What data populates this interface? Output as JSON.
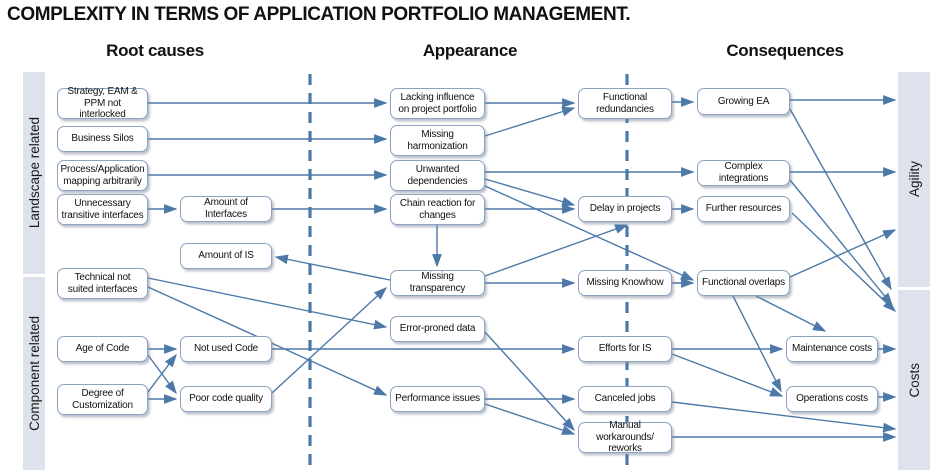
{
  "title": "COMPLEXITY IN TERMS OF APPLICATION PORTFOLIO MANAGEMENT.",
  "headers": {
    "root_causes": "Root causes",
    "appearance": "Appearance",
    "consequences": "Consequences"
  },
  "side_groups": {
    "landscape": "Landscape related",
    "component": "Component related",
    "agility": "Agility",
    "costs": "Costs"
  },
  "colors": {
    "arrow": "#4d79a8",
    "node_border": "#8ba3c0",
    "sidebar_fill": "#dde2ec"
  },
  "nodes": {
    "strategy": "Strategy, EAM & PPM not interlocked",
    "silos": "Business Silos",
    "mapping": "Process/Application mapping arbitrarily",
    "transitive": "Unnecessary transitive interfaces",
    "amount_interfaces": "Amount of Interfaces",
    "amount_is": "Amount of IS",
    "technical": "Technical not suited interfaces",
    "age": "Age of Code",
    "custom": "Degree of Customization",
    "notused": "Not used Code",
    "poorcode": "Poor code quality",
    "lacking": "Lacking influence on project portfolio",
    "harmonization": "Missing harmonization",
    "unwanted": "Unwanted dependencies",
    "chain": "Chain reaction for changes",
    "transparency": "Missing transparency",
    "errorproned": "Error-proned data",
    "performance": "Performance issues",
    "redundancies": "Functional redundancies",
    "delay": "Delay in projects",
    "knowhow": "Missing Knowhow",
    "efforts": "Efforts for IS",
    "canceled": "Canceled jobs",
    "manual": "Manual workarounds/ reworks",
    "growing": "Growing EA",
    "complex": "Complex integrations",
    "further": "Further resources",
    "overlaps": "Functional overlaps",
    "maintenance": "Maintenance costs",
    "operations": "Operations costs"
  },
  "edges": [
    {
      "from": "strategy",
      "to": "lacking"
    },
    {
      "from": "silos",
      "to": "harmonization"
    },
    {
      "from": "mapping",
      "to": "unwanted"
    },
    {
      "from": "transitive",
      "to": "amount_interfaces"
    },
    {
      "from": "amount_interfaces",
      "to": "chain"
    },
    {
      "from": "transparency",
      "to": "amount_is"
    },
    {
      "from": "technical",
      "to": "errorproned"
    },
    {
      "from": "technical",
      "to": "performance"
    },
    {
      "from": "age",
      "to": "notused"
    },
    {
      "from": "age",
      "to": "poorcode"
    },
    {
      "from": "custom",
      "to": "notused"
    },
    {
      "from": "custom",
      "to": "poorcode"
    },
    {
      "from": "notused",
      "to": "efforts"
    },
    {
      "from": "poorcode",
      "to": "transparency"
    },
    {
      "from": "lacking",
      "to": "redundancies"
    },
    {
      "from": "harmonization",
      "to": "redundancies"
    },
    {
      "from": "unwanted",
      "to": "complex"
    },
    {
      "from": "unwanted",
      "to": "delay"
    },
    {
      "from": "unwanted",
      "to": "overlaps"
    },
    {
      "from": "chain",
      "to": "delay"
    },
    {
      "from": "chain",
      "to": "transparency"
    },
    {
      "from": "transparency",
      "to": "delay"
    },
    {
      "from": "transparency",
      "to": "knowhow"
    },
    {
      "from": "errorproned",
      "to": "manual"
    },
    {
      "from": "performance",
      "to": "canceled"
    },
    {
      "from": "performance",
      "to": "manual"
    },
    {
      "from": "redundancies",
      "to": "growing"
    },
    {
      "from": "delay",
      "to": "further"
    },
    {
      "from": "knowhow",
      "to": "overlaps"
    },
    {
      "from": "efforts",
      "to": "maintenance"
    },
    {
      "from": "efforts",
      "to": "operations"
    },
    {
      "from": "overlaps",
      "to": "agility"
    },
    {
      "from": "overlaps",
      "to": "maintenance"
    },
    {
      "from": "overlaps",
      "to": "operations"
    },
    {
      "from": "growing",
      "to": "agility"
    },
    {
      "from": "growing",
      "to": "costs"
    },
    {
      "from": "complex",
      "to": "agility"
    },
    {
      "from": "complex",
      "to": "costs"
    },
    {
      "from": "further",
      "to": "costs"
    },
    {
      "from": "maintenance",
      "to": "costs"
    },
    {
      "from": "operations",
      "to": "costs"
    },
    {
      "from": "canceled",
      "to": "costs"
    },
    {
      "from": "manual",
      "to": "costs"
    }
  ]
}
